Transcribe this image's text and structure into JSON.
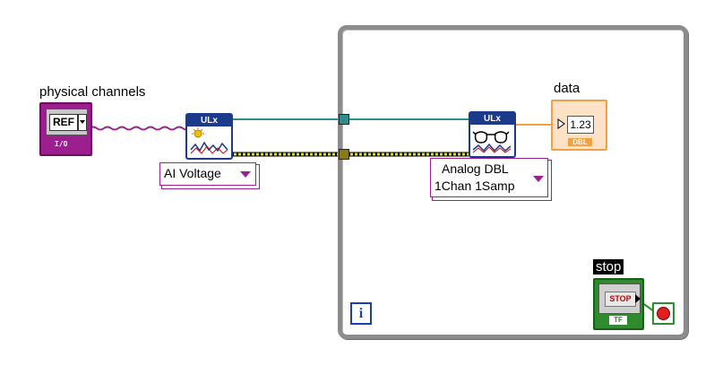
{
  "labels": {
    "physical_channels": "physical channels",
    "data": "data",
    "stop": "stop"
  },
  "physical_channels_control": {
    "value": "REF",
    "type_tag": "I/O"
  },
  "create_channel_vi": {
    "header": "ULx",
    "icon": "ai-voltage-create-icon"
  },
  "create_channel_selector": {
    "value": "AI Voltage"
  },
  "read_vi": {
    "header": "ULx",
    "icon": "read-glasses-icon"
  },
  "read_selector": {
    "line1": "Analog DBL",
    "line2": "1Chan 1Samp"
  },
  "data_indicator": {
    "value": "1.23",
    "type_tag": "DBL"
  },
  "stop_control": {
    "button_text": "STOP",
    "type_tag": "TF"
  },
  "iteration_terminal": {
    "text": "i"
  },
  "colors": {
    "loop_frame": "#8c8c8c",
    "io_wire": "#9b1f8e",
    "task_wire": "#2a8f8f",
    "error_wire": "#c8c400",
    "dbl_wire": "#f1a043",
    "bool_wire": "#2e8b2e"
  }
}
